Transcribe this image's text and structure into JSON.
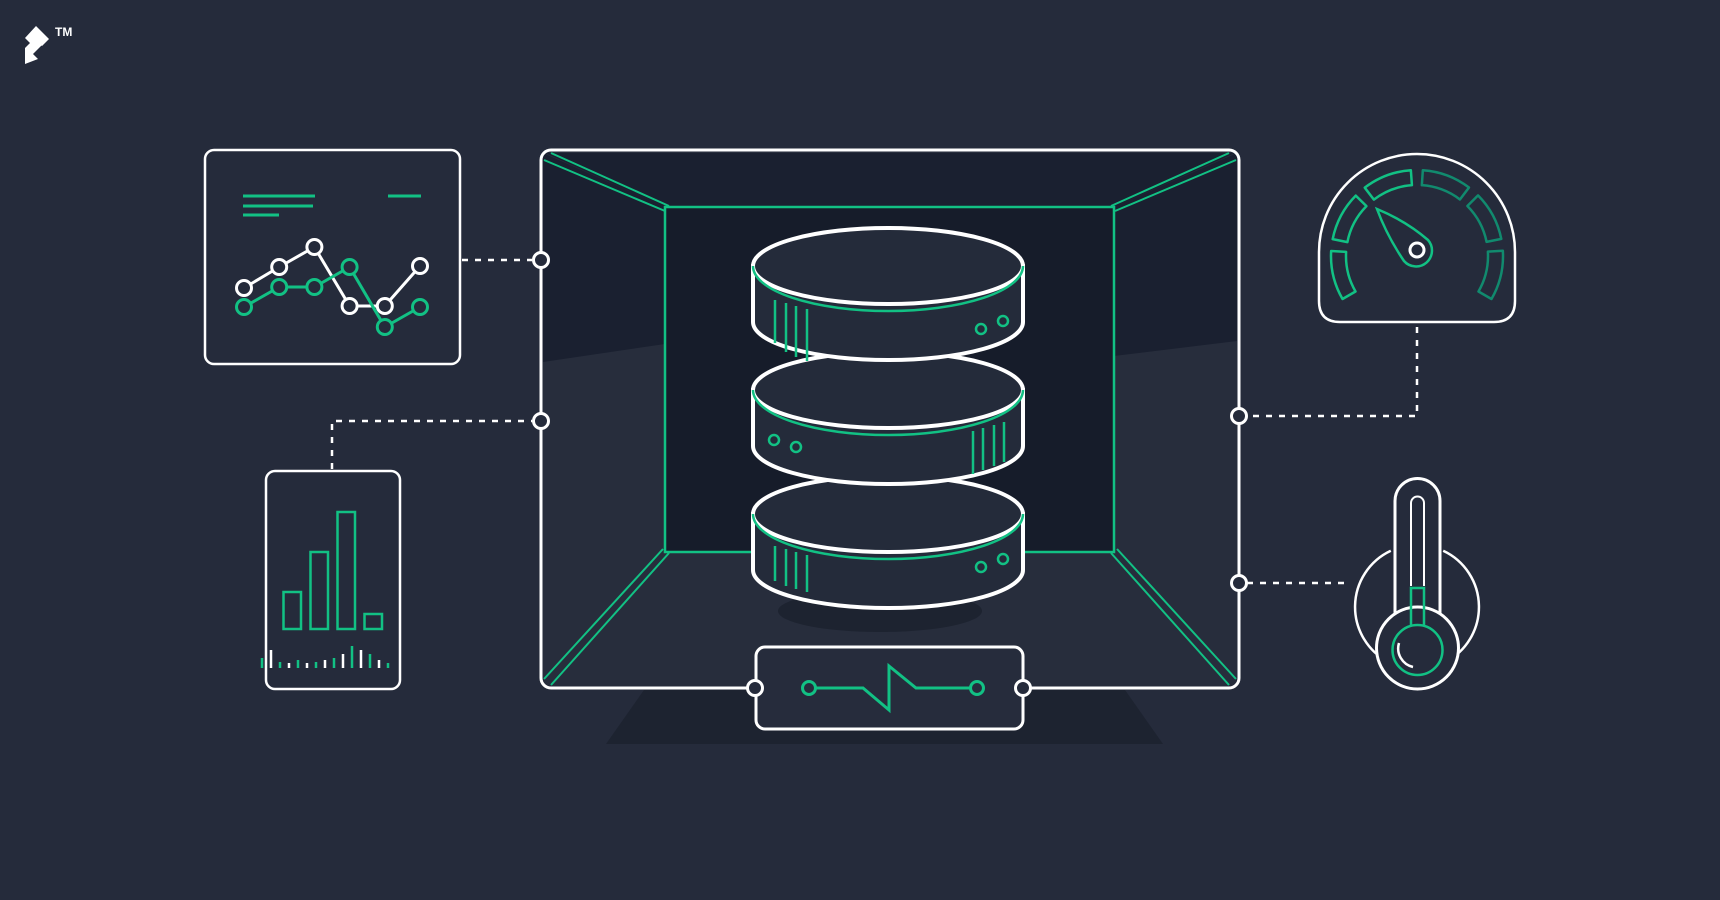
{
  "brand": {
    "trademark": "TM"
  },
  "colors": {
    "background": "#252b3b",
    "white": "#ffffff",
    "accent_green": "#12c184",
    "teal": "#118a6e",
    "back_wall": "#161c2a",
    "wall_dark": "#1a2030",
    "wall_light": "#272d3c",
    "shadow": "#1d2330",
    "panel_fill": "#262c3c",
    "disk_fill": "#242b3a"
  },
  "components": {
    "line_chart_card": {
      "series": [
        {
          "name": "white-series",
          "color": "#ffffff",
          "values": [
            5.9,
            8,
            10,
            4.1,
            4.1,
            8.1
          ]
        },
        {
          "name": "green-series",
          "color": "#12c184",
          "values": [
            4,
            6,
            6,
            8,
            2,
            4
          ]
        }
      ]
    },
    "bar_chart_card": {
      "bars": [
        3.7,
        7.7,
        11.7,
        1.5
      ],
      "sparkline_ticks": [
        {
          "c": "green",
          "h": 10
        },
        {
          "c": "white",
          "h": 18
        },
        {
          "c": "green",
          "h": 6
        },
        {
          "c": "white",
          "h": 5
        },
        {
          "c": "green",
          "h": 8
        },
        {
          "c": "white",
          "h": 5
        },
        {
          "c": "green",
          "h": 6
        },
        {
          "c": "white",
          "h": 8
        },
        {
          "c": "green",
          "h": 10
        },
        {
          "c": "white",
          "h": 14
        },
        {
          "c": "green",
          "h": 22
        },
        {
          "c": "white",
          "h": 18
        },
        {
          "c": "green",
          "h": 14
        },
        {
          "c": "white",
          "h": 8
        },
        {
          "c": "green",
          "h": 5
        }
      ]
    },
    "database_stack": {
      "disks": 3
    },
    "gauge": {
      "needle_angle_deg": 134,
      "segments": [
        {
          "from": 210,
          "to": 176.7,
          "color": "#12c184"
        },
        {
          "from": 168.7,
          "to": 135.4,
          "color": "#12c184"
        },
        {
          "from": 127.4,
          "to": 94.1,
          "color": "#12c184"
        },
        {
          "from": 86.1,
          "to": 52.8,
          "color": "#118a6e"
        },
        {
          "from": 44.8,
          "to": 11.5,
          "color": "#118a6e"
        },
        {
          "from": 3.5,
          "to": -30,
          "color": "#118a6e"
        }
      ]
    },
    "thermometer": {
      "mercury_level": 0.45
    },
    "pulse_monitor": {
      "waveform": "zigzag"
    }
  }
}
